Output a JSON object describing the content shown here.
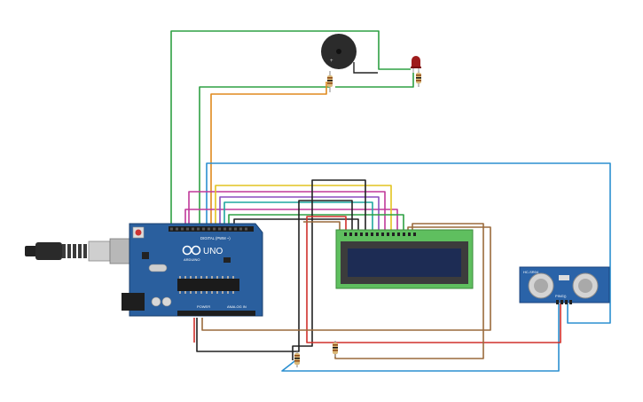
{
  "board": {
    "brand": "ARDUINO",
    "model": "UNO",
    "digital_header": "DIGITAL (PWM ~)",
    "power_header": "POWER",
    "analog_header": "ANALOG IN",
    "logo_icon": "infinity-logo-icon"
  },
  "sensor": {
    "name": "HC-SR04",
    "pin_label": "PING))"
  },
  "colors": {
    "board": "#2a5f9e",
    "lcd_pcb": "#5fbf5f",
    "lcd_screen": "#1d2c54",
    "sensor_pcb": "#2a63a8",
    "wire_green": "#2ea043",
    "wire_orange": "#e08a1e",
    "wire_blue": "#2b8fd0",
    "wire_magenta": "#c0399a",
    "wire_yellow": "#e2c420",
    "wire_red": "#d0302c",
    "wire_brown": "#9a6a3c",
    "wire_black": "#222222",
    "led": "#9e1b1b",
    "buzzer": "#2b2b2b"
  }
}
